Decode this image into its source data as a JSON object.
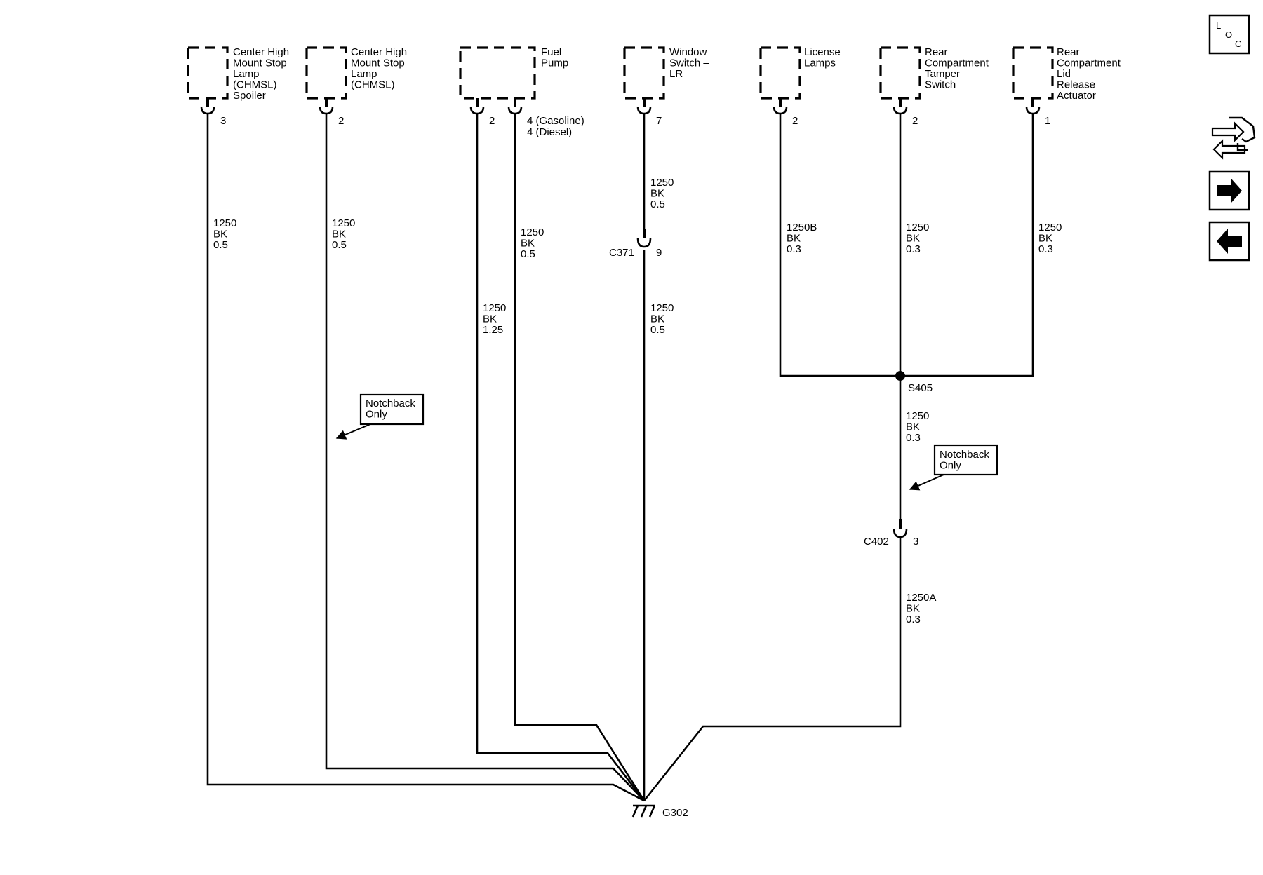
{
  "components": [
    {
      "id": "chmsl_spoiler",
      "label": [
        "Center High",
        "Mount Stop",
        "Lamp",
        "(CHMSL)",
        "Spoiler"
      ],
      "pins": [
        "3"
      ]
    },
    {
      "id": "chmsl",
      "label": [
        "Center High",
        "Mount Stop",
        "Lamp",
        "(CHMSL)"
      ],
      "pins": [
        "2"
      ]
    },
    {
      "id": "fuel_pump",
      "label": [
        "Fuel",
        "Pump"
      ],
      "pins": [
        "2",
        "4 (Gasoline)",
        "4 (Diesel)"
      ]
    },
    {
      "id": "window_switch",
      "label": [
        "Window",
        "Switch –",
        "LR"
      ],
      "pins": [
        "7"
      ]
    },
    {
      "id": "license_lamps",
      "label": [
        "License",
        "Lamps"
      ],
      "pins": [
        "2"
      ]
    },
    {
      "id": "tamper_switch",
      "label": [
        "Rear",
        "Compartment",
        "Tamper",
        "Switch"
      ],
      "pins": [
        "2"
      ]
    },
    {
      "id": "lid_actuator",
      "label": [
        "Rear",
        "Compartment",
        "Lid",
        "Release",
        "Actuator"
      ],
      "pins": [
        "1"
      ]
    }
  ],
  "wires": [
    {
      "id": "w_chmsl_spoiler",
      "lines": [
        "1250",
        "BK",
        "0.5"
      ]
    },
    {
      "id": "w_chmsl",
      "lines": [
        "1250",
        "BK",
        "0.5"
      ]
    },
    {
      "id": "w_fuel_pump_2",
      "lines": [
        "1250",
        "BK",
        "1.25"
      ]
    },
    {
      "id": "w_fuel_pump_4",
      "lines": [
        "1250",
        "BK",
        "0.5"
      ]
    },
    {
      "id": "w_window_upper",
      "lines": [
        "1250",
        "BK",
        "0.5"
      ]
    },
    {
      "id": "w_window_lower",
      "lines": [
        "1250",
        "BK",
        "0.5"
      ]
    },
    {
      "id": "w_license",
      "lines": [
        "1250B",
        "BK",
        "0.3"
      ]
    },
    {
      "id": "w_tamper",
      "lines": [
        "1250",
        "BK",
        "0.3"
      ]
    },
    {
      "id": "w_actuator",
      "lines": [
        "1250",
        "BK",
        "0.3"
      ]
    },
    {
      "id": "w_splice_out",
      "lines": [
        "1250",
        "BK",
        "0.3"
      ]
    },
    {
      "id": "w_c402_out",
      "lines": [
        "1250A",
        "BK",
        "0.3"
      ]
    }
  ],
  "connectors": [
    {
      "id": "C371",
      "label": "C371",
      "pin": "9"
    },
    {
      "id": "C402",
      "label": "C402",
      "pin": "3"
    }
  ],
  "splice": {
    "label": "S405"
  },
  "ground": {
    "label": "G302"
  },
  "notes": [
    {
      "id": "note_left",
      "lines": [
        "Notchback",
        "Only"
      ]
    },
    {
      "id": "note_right",
      "lines": [
        "Notchback",
        "Only"
      ]
    }
  ],
  "sidebar": {
    "loc_letters": [
      "L",
      "O",
      "C"
    ],
    "buttons": [
      "loc-icon",
      "component-locator-icon",
      "next-page-icon",
      "previous-page-icon"
    ]
  }
}
